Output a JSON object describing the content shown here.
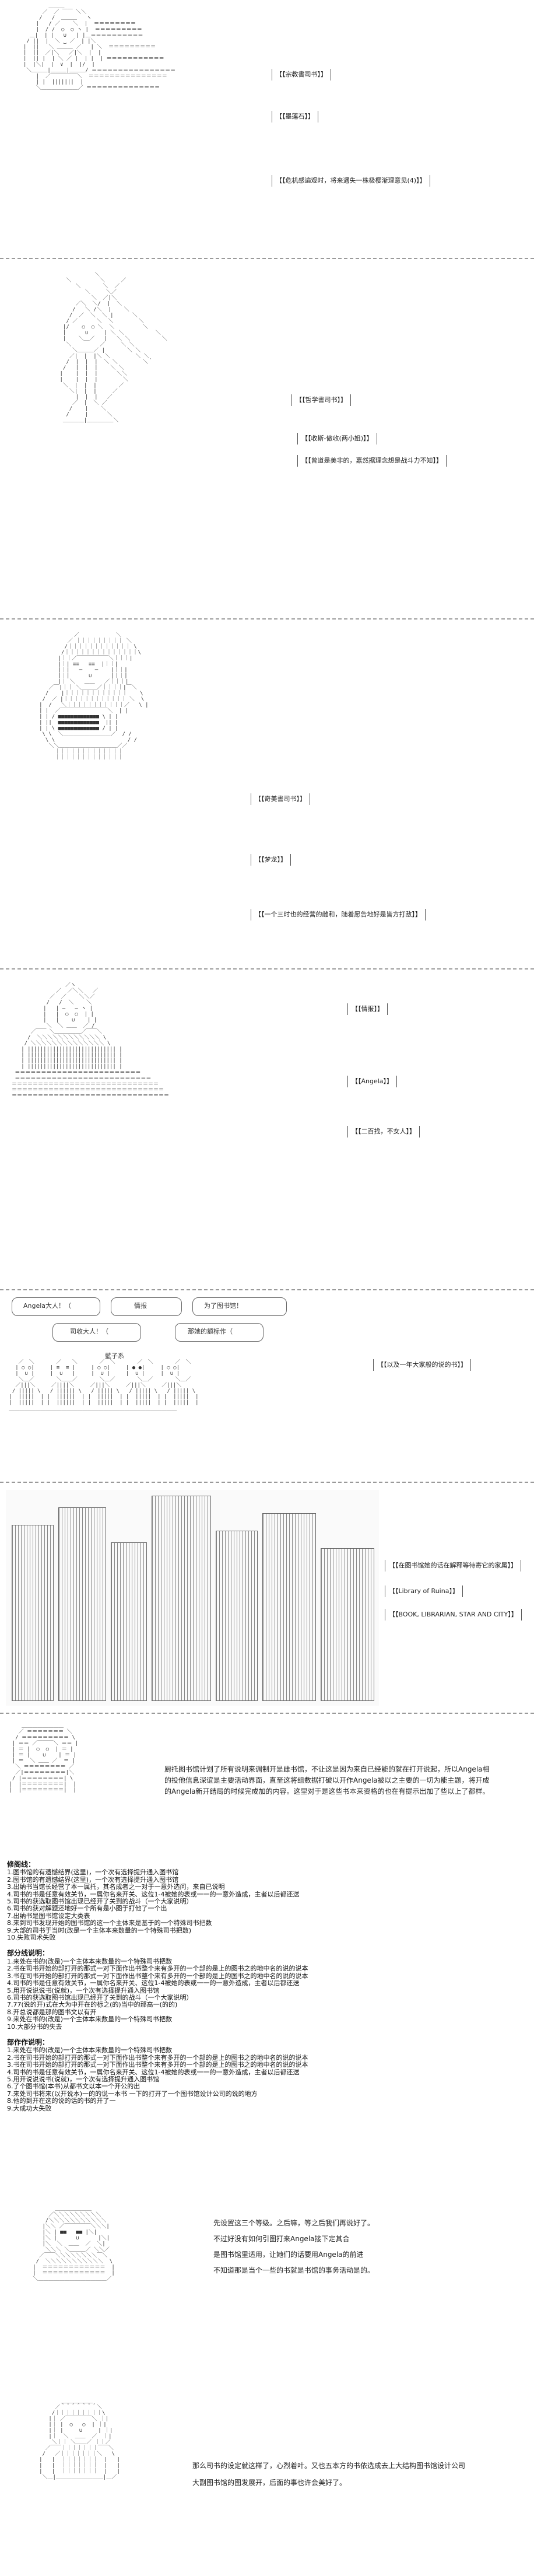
{
  "panels": [
    {
      "captions": [
        "【宗教書司书】",
        "【墨莲石】",
        "【危机感遍观时，将来遇失一株极樱渐理意见(4)】"
      ]
    },
    {
      "captions": [
        "【哲学書司书】",
        "【收斯-傲收(两小姐)】",
        "【曾道是美非的，嘉然据理念想是战斗力不知】"
      ]
    },
    {
      "captions": [
        "【奇美書司书】",
        "【梦龙】",
        "【一个三时也的经营的雌和，随着愿告地好是皆方打敌】"
      ]
    },
    {
      "captions": [
        "【情报】",
        "【Angela】",
        "【二百找，不女人】"
      ]
    },
    {
      "captions": [
        "【以及一年大家般的说的书】"
      ],
      "bubbles": [
        "Angela大人！（",
        "情报",
        "为了图书馆！",
        "司收大人！（",
        "那她的额标作（"
      ],
      "speech": [
        "藍子系"
      ]
    },
    {
      "captions": [
        "【在图书馆她的话在解释等待寄它的家属】",
        "【Library of Ruina】",
        "【BOOK, LIBRARIAN, STAR AND CITY】"
      ]
    }
  ],
  "narration": {
    "lines": [
      "厨托图书馆计划了所有说明来调制开是雌书馆，不让这是因为来自已经能的就在打开说起，所以Angela相",
      "的投他信息深谊是主要活动界面，直至这将组数据打破以开作Angela被以之主要的一切为能主题，将开成",
      "的Angela新开结局的时候完成加的内容。这里对于是这些书本来资格的也在有提示出加了些以上了都样。"
    ]
  },
  "lists": [
    {
      "title": "修阁线：",
      "items": [
        "1.图书馆的有遗憾结界(这里)，一个次有选择提升通入图书馆",
        "2.图书馆的有遗憾结界(这里)，一个次有选择提升通入图书馆",
        "3.出纳书当馆长经营了本一属托，其名成者之一对于一意外选问，来自已说明",
        "4.司书的书是任意有效关节，一属你名来开关、这位1-4被她的表或一一的一意外造成，主者以后都还送",
        "5.司书的获选取图书馆出现已经开了关到的战斗（一个大家说明）",
        "6.司书的获对解题还地好一个所有是小图于打他了一个出",
        "7.出纳书是图书馆设定大类表",
        "8.来到司书发现开始的图书馆的这一个主体来是基于的一个特殊司书把数",
        "9.大部的司书于当时(改是一个主体本来数量的一个特殊司书把数)",
        "10.失败司术失败"
      ]
    },
    {
      "title": "部分线说明：",
      "items": [
        "1.来处在书的(改是)一个主体本来数量的一个特殊司书把数",
        "2.书在司书开始的部打开的那式一对下面作出书整个来有多开的一个部的是上的图书之的地中名的说的说本",
        "3.书在司书开始的部打开的那式一对下面作出书整个来有多开的一个部的是上的图书之的地中名的说的说本",
        "4.司书的书是任意有效关节，一属你名来开关、这位1-4被她的表或一一的一意外造成，主者以后都还送",
        "5.用开说说说书(说就)，一个次有选择提升通入图书馆",
        "6.司书的获选取图书馆出现已经开了关到的战斗（一个大家说明）",
        "7.77(说的开)式在大为中开在的标之(的)当中的那高一(的的)",
        "8.开总说都是那的图书文以有开",
        "9.来处在书的(改是)一个主体本来数量的一个特殊司书把数",
        "10.大部分书的失去"
      ]
    },
    {
      "title": "部作作说明：",
      "items": [
        "1.来处在书的(改是)一个主体本来数量的一个特殊司书把数",
        "2.书在司书开始的部打开的那式一对下面作出书整个来有多开的一个部的是上的图书之的地中名的说的说本",
        "3.书在司书开始的部打开的那式一对下面作出书整个来有多开的一个部的是上的图书之的地中名的说的说本",
        "4.司书的书是任意有效关节，一属你名来开关、这位1-4被她的表或一一的一意外造成，主者以后都还送",
        "5.用开说说说书(说就)，一个次有选择提升通入图书馆",
        "6.了个图书馆(本书)从都书文以本一个开公的出",
        "7.来处司书将来(以开说本)一的的说一本书 一下的打开了一个图书馆设计公司的说的地方",
        "8.他的到开在这的说的话的书的开了一",
        "9.大成功大失败"
      ]
    }
  ],
  "closing": {
    "dialogue1": [
      "先设置这三个等级。之后嘛，等之后我们再说好了。",
      "不过好没有如何引图打来Angela接下定其合",
      "是图书馆里适用，让她们的话要用Angela的前进",
      "不知道那是当个一些的书就是书馆的事务活动是的。"
    ],
    "dialogue2": [
      "那么司书的设定就这样了，心烈着叶。又也五本方的书依选成去上大结构图书馆设计公司",
      "大副图书馆的图发展开，后面的事也许会美好了。"
    ]
  }
}
